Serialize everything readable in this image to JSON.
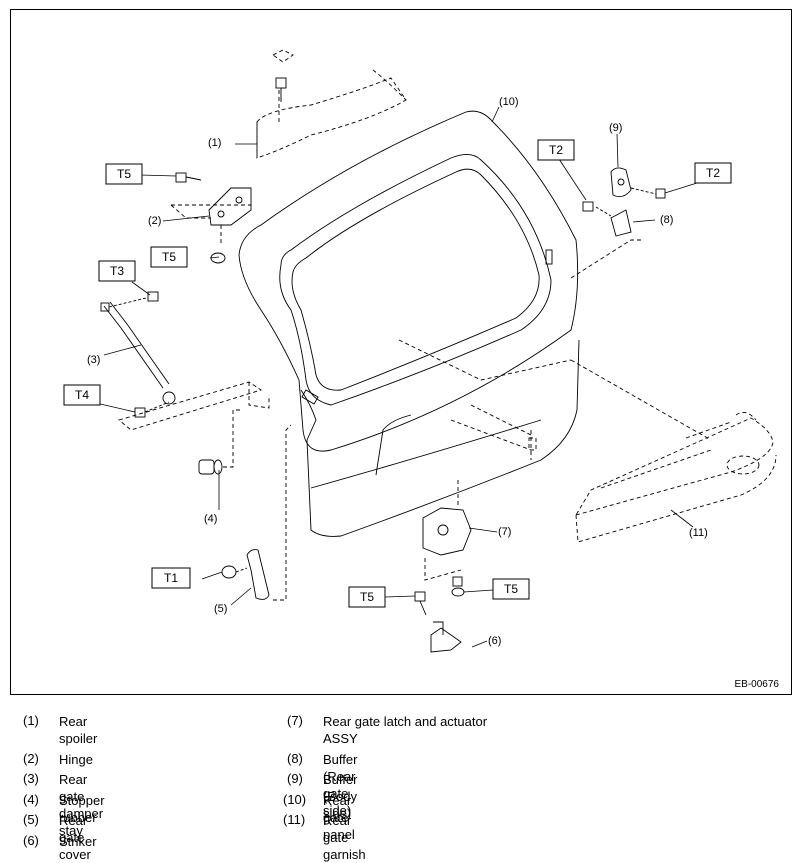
{
  "diagram": {
    "reference_code": "EB-00676",
    "callouts": [
      "(1)",
      "(2)",
      "(3)",
      "(4)",
      "(5)",
      "(6)",
      "(7)",
      "(8)",
      "(9)",
      "(10)",
      "(11)"
    ],
    "torque_labels": {
      "t5_top": "T5",
      "t5_mid": "T5",
      "t3": "T3",
      "t4": "T4",
      "t1": "T1",
      "t2_left": "T2",
      "t2_right": "T2",
      "t5_bottom_left": "T5",
      "t5_bottom_right": "T5"
    }
  },
  "legend": [
    {
      "num": "(1)",
      "text": "Rear spoiler"
    },
    {
      "num": "(2)",
      "text": "Hinge"
    },
    {
      "num": "(3)",
      "text": "Rear gate damper stay"
    },
    {
      "num": "(4)",
      "text": "Stopper rubber"
    },
    {
      "num": "(5)",
      "text": "Rear gate cover"
    },
    {
      "num": "(6)",
      "text": "Striker"
    },
    {
      "num": "(7)",
      "text": "Rear gate latch and actuator\nASSY"
    },
    {
      "num": "(8)",
      "text": "Buffer (Rear gate side)"
    },
    {
      "num": "(9)",
      "text": "Buffer (Body side)"
    },
    {
      "num": "(10)",
      "text": "Rear gate panel"
    },
    {
      "num": "(11)",
      "text": "Rear gate garnish"
    }
  ]
}
